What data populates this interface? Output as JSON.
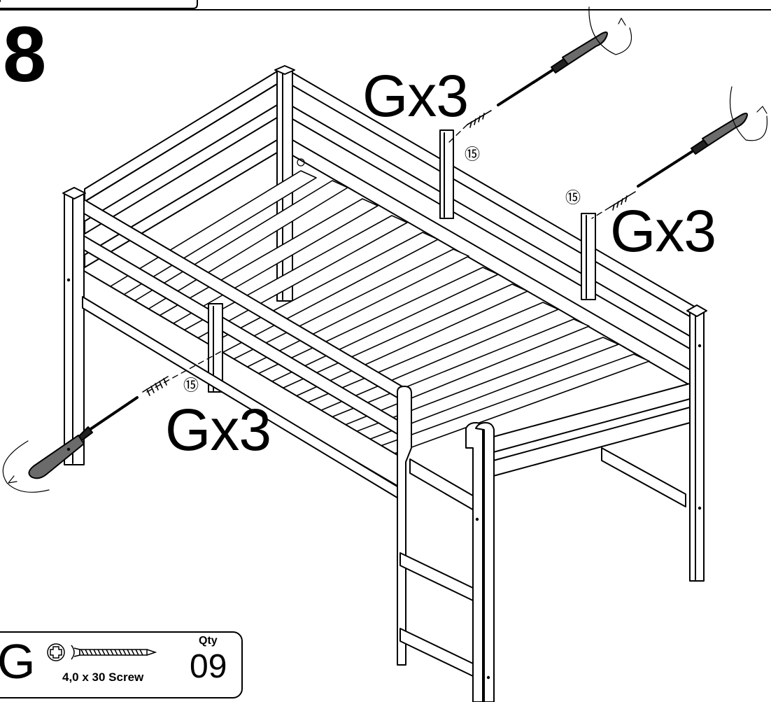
{
  "step": {
    "number": "8"
  },
  "callouts": [
    {
      "text": "Gx3"
    },
    {
      "text": "Gx3"
    },
    {
      "text": "Gx3"
    }
  ],
  "part_labels": [
    {
      "text": "⑮"
    },
    {
      "text": "⑮"
    },
    {
      "text": "⑮"
    }
  ],
  "legend": {
    "letter": "G",
    "description": "4,0 x 30  Screw",
    "qty_label": "Qty",
    "qty": "09"
  },
  "icons": [
    "phillips-head-icon",
    "screw-icon",
    "screwdriver-icon",
    "rotation-arrow-icon"
  ]
}
